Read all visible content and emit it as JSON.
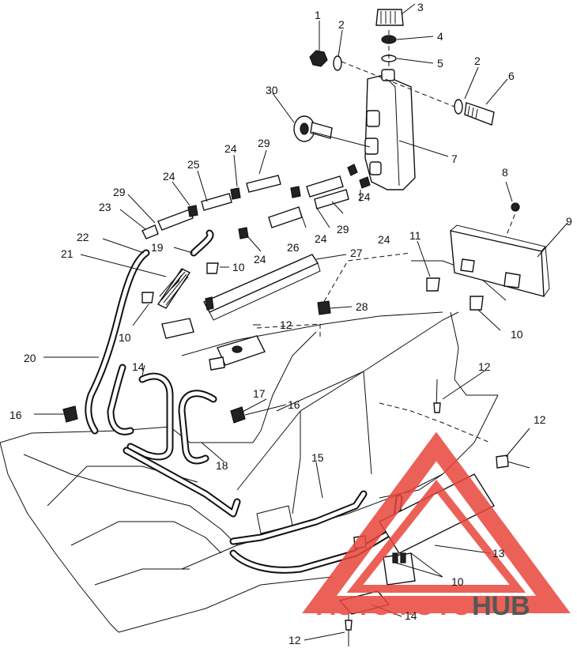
{
  "callouts": {
    "c1": "1",
    "c2a": "2",
    "c2b": "2",
    "c3": "3",
    "c4": "4",
    "c5": "5",
    "c6": "6",
    "c7": "7",
    "c8": "8",
    "c9": "9",
    "c10a": "10",
    "c10b": "10",
    "c10c": "10",
    "c10d": "10",
    "c11": "11",
    "c12a": "12",
    "c12b": "12",
    "c12c": "12",
    "c12d": "12",
    "c13": "13",
    "c14a": "14",
    "c14b": "14",
    "c15": "15",
    "c16a": "16",
    "c16b": "16",
    "c17": "17",
    "c18": "18",
    "c19": "19",
    "c20": "20",
    "c21": "21",
    "c22": "22",
    "c23": "23",
    "c24a": "24",
    "c24b": "24",
    "c24c": "24",
    "c24d": "24",
    "c24e": "24",
    "c24f": "24",
    "c25": "25",
    "c26": "26",
    "c27": "27",
    "c28": "28",
    "c29a": "29",
    "c29b": "29",
    "c29c": "29",
    "c30": "30"
  },
  "watermark": {
    "text_red": "AUTOMOTO",
    "text_dark": "HUB",
    "color_red": "#e8463c",
    "color_dark": "#3a3a3a"
  }
}
